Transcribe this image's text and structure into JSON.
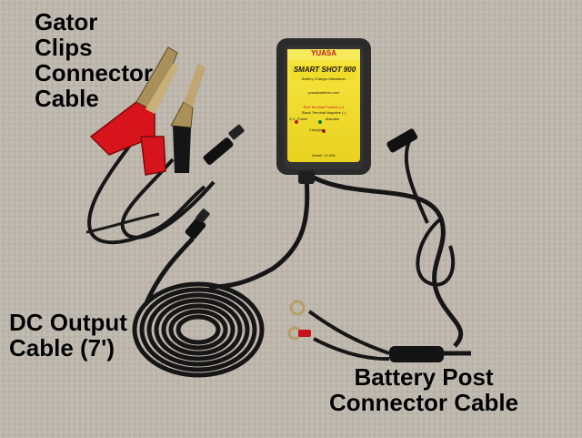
{
  "colors": {
    "carpet": "#bdb7ad",
    "cable": "#161616",
    "clip_red": "#d7131b",
    "clip_metal": "#a9905a",
    "device_body": "#2b2b2b",
    "device_label": "#f4e22a"
  },
  "labels": {
    "gator": [
      "Gator",
      "Clips",
      "Connector",
      "Cable"
    ],
    "dc_output": [
      "DC Output",
      "Cable (7')"
    ],
    "battery_post": [
      "Battery Post",
      "Connector Cable"
    ]
  },
  "device": {
    "brand": "YUASA",
    "model_name": "SMART SHOT 900",
    "subtitle": "Battery Charger-Maintainer",
    "website": "yuasabatteries.com",
    "instruction_1": "Red Terminal Positive (+)",
    "instruction_2": "Black Terminal Negative (-)",
    "led_1": "A.C. Power",
    "led_2": "Maintain",
    "led_3": "Charging",
    "model_number": "Model: 12-900"
  }
}
